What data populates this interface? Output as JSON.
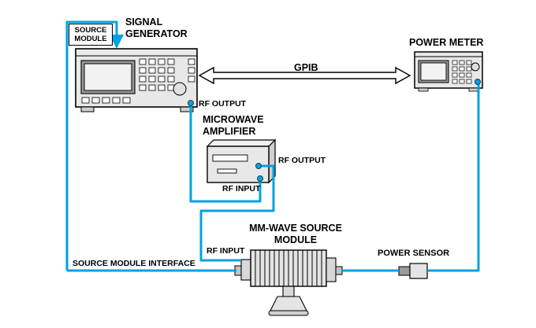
{
  "diagram": {
    "accent_color": "#00A2E4",
    "labels": {
      "source_module": "SOURCE\nMODULE",
      "signal_generator": "SIGNAL\nGENERATOR",
      "power_meter": "POWER METER",
      "gpib": "GPIB",
      "siggen_rf_output": "RF OUTPUT",
      "microwave_amplifier": "MICROWAVE\nAMPLIFIER",
      "amp_rf_output": "RF OUTPUT",
      "amp_rf_input": "RF INPUT",
      "mm_wave_source_module": "MM-WAVE SOURCE\nMODULE",
      "module_rf_input": "RF INPUT",
      "power_sensor": "POWER SENSOR",
      "source_module_interface": "SOURCE MODULE INTERFACE"
    }
  }
}
